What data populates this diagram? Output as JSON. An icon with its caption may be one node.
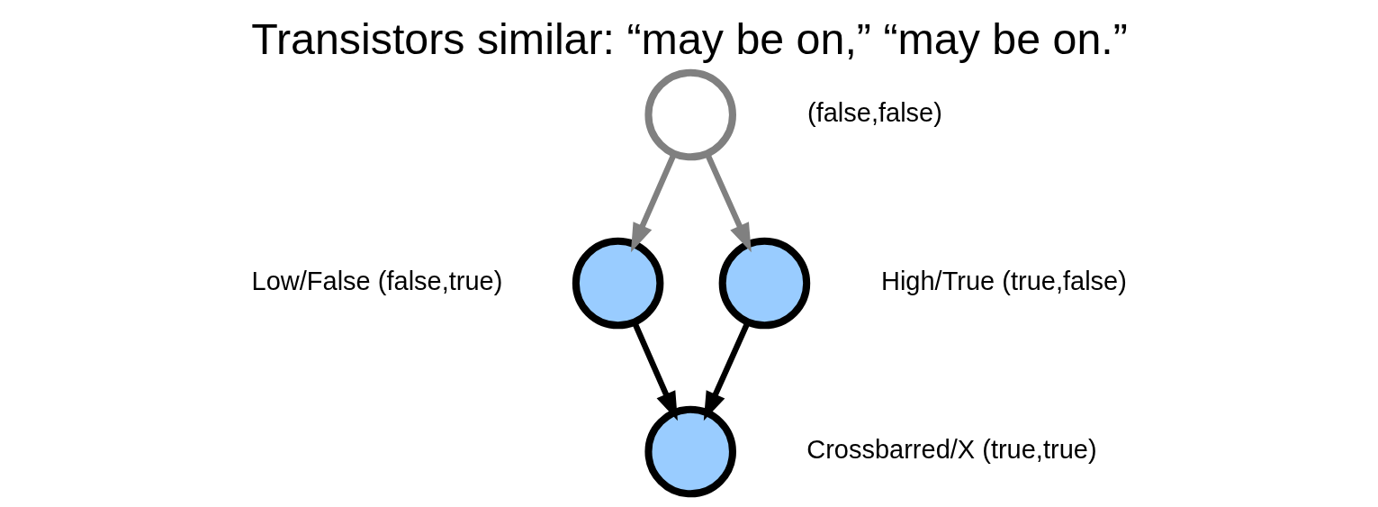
{
  "diagram": {
    "title": "Transistors similar: “may be on,” “may be on.”",
    "nodes": [
      {
        "text": [],
        "shape": "circle",
        "beside": [
          "(false,false)"
        ]
      },
      {
        "text": [],
        "shape": "circle",
        "beside": [
          "Low/False (false,true)"
        ]
      },
      {
        "text": [],
        "shape": "circle",
        "beside": [
          "High/True (true,false)"
        ]
      },
      {
        "text": [],
        "shape": "circle",
        "beside": [
          "Crossbarred/X (true,true)"
        ]
      }
    ],
    "edges": [
      {
        "from": 0,
        "to": 1,
        "arrow": "to",
        "color": "#808080"
      },
      {
        "from": 0,
        "to": 2,
        "arrow": "to",
        "color": "#808080"
      },
      {
        "from": 1,
        "to": 3,
        "arrow": "to",
        "color": "#000000"
      },
      {
        "from": 2,
        "to": 3,
        "arrow": "to",
        "color": "#000000"
      }
    ]
  }
}
